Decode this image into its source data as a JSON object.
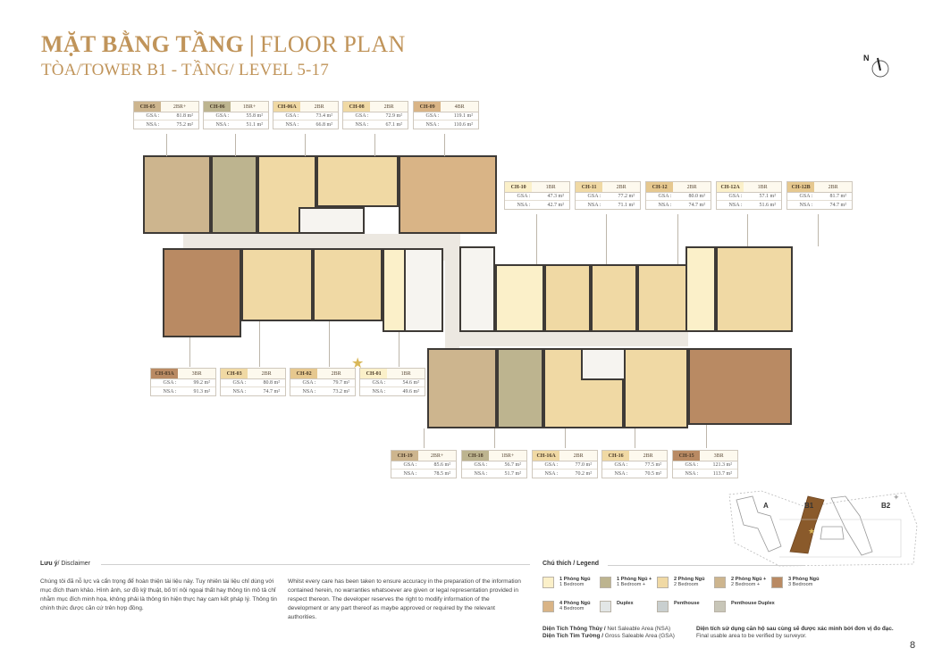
{
  "header": {
    "title_vi": "MẶT BẰNG TẦNG",
    "title_sep": "|",
    "title_en": "FLOOR PLAN",
    "subtitle": "TÒA/TOWER B1 - TẦNG/ LEVEL  5-17"
  },
  "compass": {
    "label": "N"
  },
  "colors": {
    "title": "#c0945a",
    "br1": "#fbf0c9",
    "br1plus": "#bdb48f",
    "br2": "#f0d9a4",
    "br2plus": "#cdb58e",
    "br3": "#b98a63",
    "br4": "#d9b486",
    "duplex": "#e2e6e6",
    "penthouse": "#c9cfcf",
    "penthouse_duplex": "#c8c6b8"
  },
  "units_top": [
    {
      "code": "CH-05",
      "type": "2BR+",
      "gsa": "81.8 m²",
      "nsa": "75.2 m²"
    },
    {
      "code": "CH-06",
      "type": "1BR+",
      "gsa": "55.8 m²",
      "nsa": "51.1 m²"
    },
    {
      "code": "CH-06A",
      "type": "2BR",
      "gsa": "73.4 m²",
      "nsa": "66.8 m²"
    },
    {
      "code": "CH-08",
      "type": "2BR",
      "gsa": "72.9 m²",
      "nsa": "67.1 m²"
    },
    {
      "code": "CH-09",
      "type": "4BR",
      "gsa": "119.1 m²",
      "nsa": "110.6 m²"
    }
  ],
  "units_right": [
    {
      "code": "CH-10",
      "type": "1BR",
      "gsa": "47.3 m²",
      "nsa": "42.7 m²"
    },
    {
      "code": "CH-11",
      "type": "2BR",
      "gsa": "77.2 m²",
      "nsa": "71.1 m²"
    },
    {
      "code": "CH-12",
      "type": "2BR",
      "gsa": "80.0 m²",
      "nsa": "74.7 m²"
    },
    {
      "code": "CH-12A",
      "type": "1BR",
      "gsa": "57.1 m²",
      "nsa": "51.6 m²"
    },
    {
      "code": "CH-12B",
      "type": "2BR",
      "gsa": "81.7 m²",
      "nsa": "74.7 m²"
    }
  ],
  "units_middle": [
    {
      "code": "CH-03A",
      "type": "3BR",
      "gsa": "99.2 m²",
      "nsa": "91.3 m²"
    },
    {
      "code": "CH-03",
      "type": "2BR",
      "gsa": "80.8 m²",
      "nsa": "74.7 m²"
    },
    {
      "code": "CH-02",
      "type": "2BR",
      "gsa": "79.7 m²",
      "nsa": "73.2 m²"
    },
    {
      "code": "CH-01",
      "type": "1BR",
      "gsa": "54.6 m²",
      "nsa": "49.6 m²"
    }
  ],
  "units_bottom": [
    {
      "code": "CH-19",
      "type": "2BR+",
      "gsa": "85.6 m²",
      "nsa": "78.5 m²"
    },
    {
      "code": "CH-18",
      "type": "1BR+",
      "gsa": "56.7 m²",
      "nsa": "51.7 m²"
    },
    {
      "code": "CH-16A",
      "type": "2BR",
      "gsa": "77.0 m²",
      "nsa": "70.2 m²"
    },
    {
      "code": "CH-16",
      "type": "2BR",
      "gsa": "77.5 m²",
      "nsa": "70.5 m²"
    },
    {
      "code": "CH-15",
      "type": "3BR",
      "gsa": "121.3 m²",
      "nsa": "113.7 m²"
    }
  ],
  "labels": {
    "gsa": "GSA :",
    "nsa": "NSA :"
  },
  "keymap": {
    "a": "A",
    "b1": "B1",
    "b2": "B2"
  },
  "disclaimer": {
    "title_vi": "Lưu ý",
    "title_en": "/ Disclaimer",
    "text_vi": "Chúng tôi đã nỗ lực và cẩn trọng để hoàn thiện tài liệu này. Tuy nhiên tài liệu chỉ dùng với mục đích tham khảo. Hình ảnh, sơ đồ kỹ thuật, bố trí nội ngoại thất hay thông tin mô tả chỉ nhằm mục đích minh họa, không phải là thông tin hiện thực hay cam kết pháp lý. Thông tin chính thức được căn cứ trên hợp đồng.",
    "text_en": "Whilst every care has been taken to ensure accuracy in the preparation of the information contained herein, no warranties whatsoever are given or legal representation provided in respect thereon. The developer reserves the right to modify information of the development or any part thereof as maybe approved or required by the relevant authorities."
  },
  "legend": {
    "title": "Chú thích / Legend",
    "items": [
      {
        "vi": "1 Phòng Ngủ",
        "en": "1 Bedroom"
      },
      {
        "vi": "1 Phòng Ngủ +",
        "en": "1 Bedroom +"
      },
      {
        "vi": "2 Phòng Ngủ",
        "en": "2 Bedroom"
      },
      {
        "vi": "2 Phòng Ngủ +",
        "en": "2 Bedroom +"
      },
      {
        "vi": "3 Phòng Ngủ",
        "en": "3 Bedroom"
      },
      {
        "vi": "4 Phòng Ngủ",
        "en": "4 Bedroom"
      },
      {
        "vi": "Duplex",
        "en": ""
      },
      {
        "vi": "Penthouse",
        "en": ""
      },
      {
        "vi": "Penthouse Duplex",
        "en": ""
      }
    ]
  },
  "area_notes": {
    "nsa_vi": "Diện Tích Thông Thủy /",
    "nsa_en": " Net Saleable Area (NSA)",
    "gsa_vi": "Diện Tích Tim Tường /",
    "gsa_en": " Gross Saleable Area (GSA)",
    "verify_vi": "Diện tích sử dụng căn hộ sau cùng sẽ được xác minh bởi đơn vị đo đạc.",
    "verify_en": "Final usable area to be verified by surveyor."
  },
  "page_number": "8"
}
